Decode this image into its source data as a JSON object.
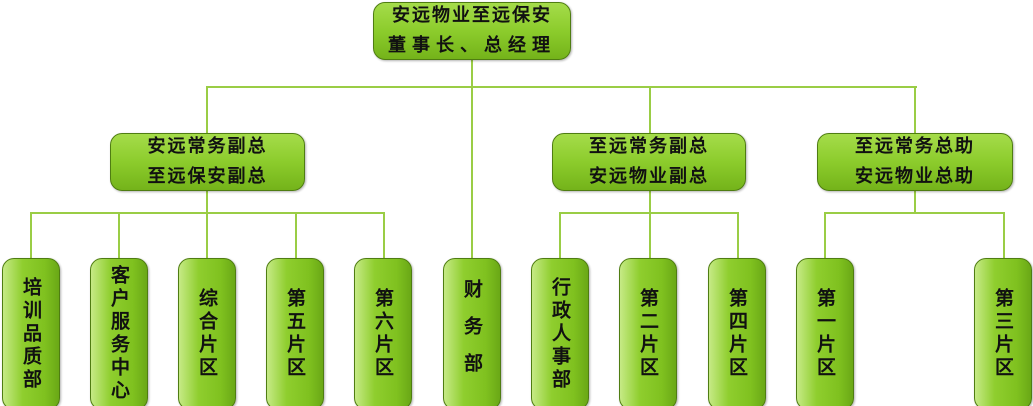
{
  "top": {
    "line1": "安远物业至远保安",
    "line2": "董事长、总经理"
  },
  "mid": [
    {
      "line1": "安远常务副总",
      "line2": "至远保安副总"
    },
    {
      "line1": "至远常务副总",
      "line2": "安远物业副总"
    },
    {
      "line1": "至远常务总助",
      "line2": "安远物业总助"
    }
  ],
  "leaves": [
    "培训品质部",
    "客户服务中心",
    "综合片区",
    "第五片区",
    "第六片区",
    "财务部",
    "行政人事部",
    "第二片区",
    "第四片区",
    "第一片区",
    "第三片区"
  ],
  "colors": {
    "box": "#8ccc2c",
    "border": "#4f7d12",
    "line": "#9acd45"
  }
}
